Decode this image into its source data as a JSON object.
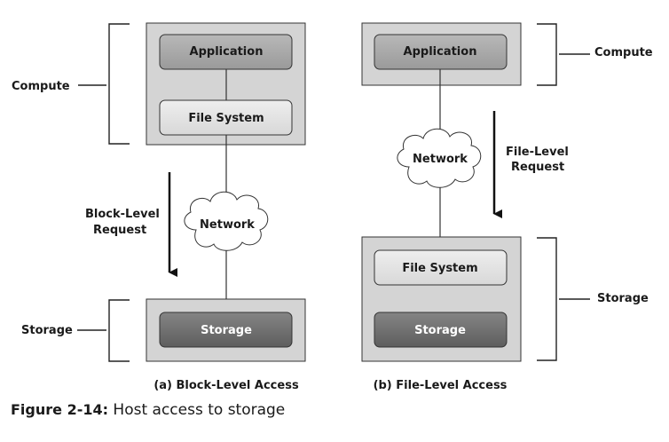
{
  "panel_a": {
    "application_label": "Application",
    "file_system_label": "File System",
    "network_label": "Network",
    "storage_label": "Storage",
    "compute_side_label": "Compute",
    "storage_side_label": "Storage",
    "request_line1": "Block-Level",
    "request_line2": "Request",
    "caption": "(a) Block-Level Access"
  },
  "panel_b": {
    "application_label": "Application",
    "file_system_label": "File System",
    "network_label": "Network",
    "storage_label": "Storage",
    "compute_side_label": "Compute",
    "storage_side_label": "Storage",
    "request_line1": "File-Level",
    "request_line2": "Request",
    "caption": "(b) File-Level Access"
  },
  "figure": {
    "label": "Figure 2-14:",
    "title": " Host access to storage"
  },
  "colors": {
    "outer_box": "#d4d4d4",
    "app_box": "#a8a8a8",
    "fs_box": "#e0e0e0",
    "storage_box": "#6e6e6e"
  }
}
